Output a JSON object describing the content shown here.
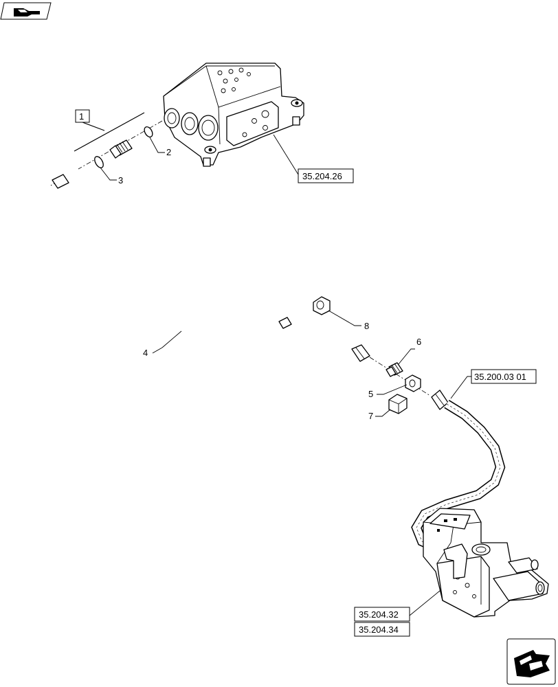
{
  "references": {
    "valve_top": "35.204.26",
    "hose": "35.200.03 01",
    "valve_bottom_1": "35.204.32",
    "valve_bottom_2": "35.204.34"
  },
  "callouts": {
    "kit": "1",
    "o_ring_2": "2",
    "o_ring_3": "3",
    "pipe": "4",
    "nut_5": "5",
    "adapter_6": "6",
    "cap_7": "7",
    "nut_8": "8"
  },
  "icons": {
    "top_left": "navigation-hand-icon",
    "bottom_right": "next-page-arrow-icon"
  }
}
